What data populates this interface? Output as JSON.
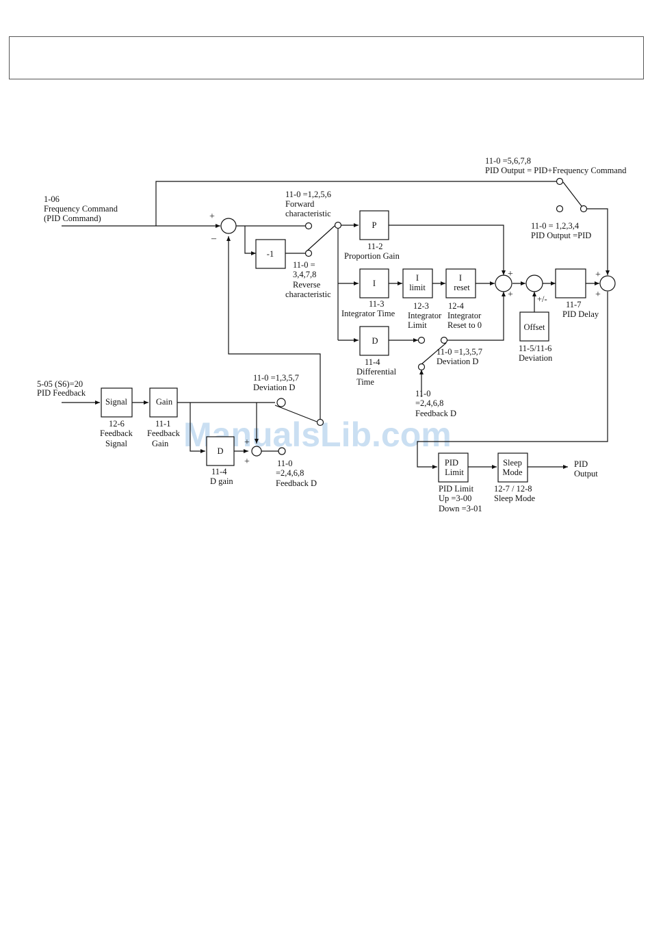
{
  "header": {
    "text": ""
  },
  "watermark": "ManualsLib.com",
  "blocks": {
    "p": "P",
    "i": "I",
    "i_limit": [
      "I",
      "limit"
    ],
    "i_reset": [
      "I",
      "reset"
    ],
    "d_main": "D",
    "neg": "-1",
    "signal": "Signal",
    "gain": "Gain",
    "d_fb": "D",
    "offset": "Offset",
    "pid_limit": [
      "PID",
      "Limit"
    ],
    "sleep": [
      "Sleep",
      "Mode"
    ]
  },
  "labels": {
    "freq_cmd": [
      "1-06",
      "Frequency Command",
      "(PID Command)"
    ],
    "out_sum_cond": [
      "11-0 =5,6,7,8",
      "PID Output = PID+Frequency Command"
    ],
    "forward": [
      "11-0 =1,2,5,6",
      "Forward",
      "characteristic"
    ],
    "reverse": [
      "11-0 =",
      "3,4,7,8",
      "Reverse",
      "characteristic"
    ],
    "pid_only": [
      "11-0 = 1,2,3,4",
      "PID Output =PID"
    ],
    "prop_gain": [
      "11-2",
      "Proportion Gain"
    ],
    "int_time": [
      "11-3",
      "Integrator Time"
    ],
    "int_limit": [
      "12-3",
      "Integrator",
      "Limit"
    ],
    "int_reset": [
      "12-4",
      "Integrator",
      "Reset to 0"
    ],
    "diff_time": [
      "11-4",
      "Differential",
      "Time"
    ],
    "dev_d_top": [
      "11-0 =1,3,5,7",
      "Deviation D"
    ],
    "fb_d_top": [
      "11-0",
      "=2,4,6,8",
      "Feedback D"
    ],
    "offset_dev": [
      "11-5/11-6",
      "Deviation"
    ],
    "pid_delay": [
      "11-7",
      "PID Delay"
    ],
    "pid_feedback": [
      "5-05 (S6)=20",
      "PID Feedback"
    ],
    "fb_signal": [
      "12-6",
      "Feedback",
      "Signal"
    ],
    "fb_gain": [
      "11-1",
      "Feedback",
      "Gain"
    ],
    "dev_d_bot": [
      "11-0 =1,3,5,7",
      "Deviation D"
    ],
    "d_gain": [
      "11-4",
      "D gain"
    ],
    "fb_d_bot": [
      "11-0",
      "=2,4,6,8",
      "Feedback D"
    ],
    "pid_limit_lbl": [
      "PID Limit",
      "Up =3-00",
      "Down =3-01"
    ],
    "sleep_lbl": [
      "12-7 / 12-8",
      "Sleep Mode"
    ],
    "pid_output": [
      "PID",
      "Output"
    ],
    "plus_minus": "+/-"
  }
}
